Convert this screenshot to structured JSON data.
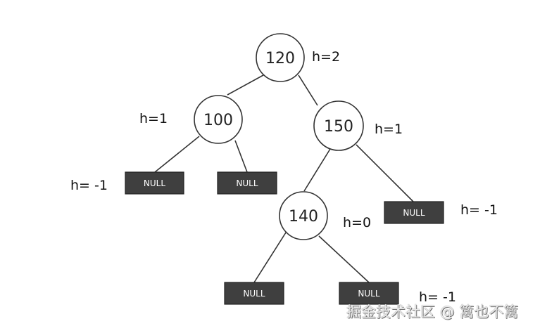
{
  "tree": {
    "nodes": [
      {
        "id": "n120",
        "label": "120",
        "height_label": "h=2"
      },
      {
        "id": "n100",
        "label": "100",
        "height_label": "h=1"
      },
      {
        "id": "n150",
        "label": "150",
        "height_label": "h=1"
      },
      {
        "id": "n140",
        "label": "140",
        "height_label": "h=0"
      }
    ],
    "nulls": [
      {
        "id": "null-100-left",
        "label": "NULL",
        "height_label": "h= -1"
      },
      {
        "id": "null-100-right",
        "label": "NULL"
      },
      {
        "id": "null-150-right",
        "label": "NULL",
        "height_label": "h= -1"
      },
      {
        "id": "null-140-left",
        "label": "NULL"
      },
      {
        "id": "null-140-right",
        "label": "NULL",
        "height_label": "h= -1"
      }
    ]
  },
  "watermark": "掘金技术社区 @ 篱也不篱"
}
